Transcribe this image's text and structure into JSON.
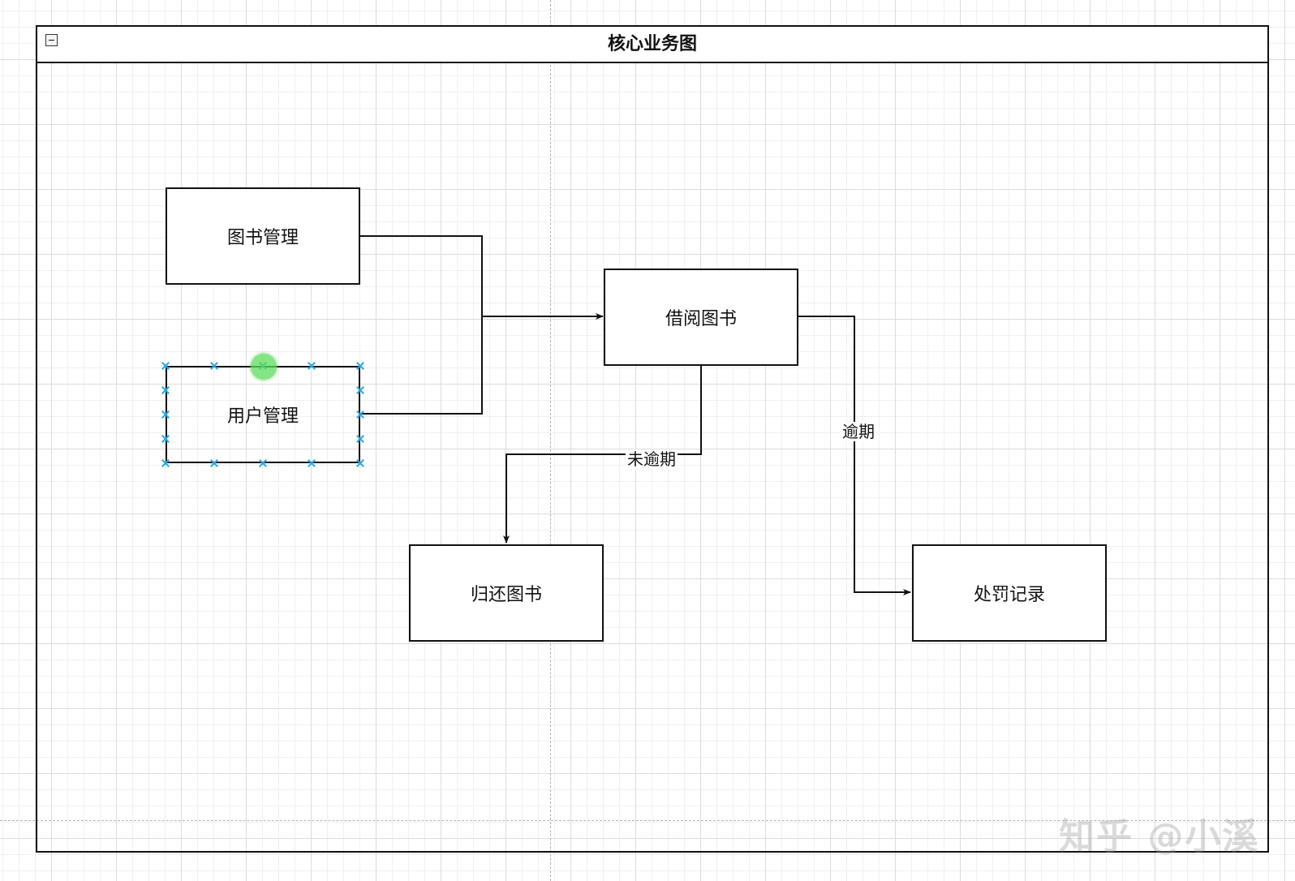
{
  "diagram": {
    "title": "核心业务图",
    "nodes": {
      "book_mgmt": "图书管理",
      "user_mgmt": "用户管理",
      "borrow": "借阅图书",
      "return": "归还图书",
      "penalty": "处罚记录"
    },
    "edge_labels": {
      "not_overdue": "未逾期",
      "overdue": "逾期"
    },
    "selected_node": "用户管理"
  },
  "watermark": "知乎 @小溪",
  "colors": {
    "stroke": "#111111",
    "selection_handle": "#29a8e0",
    "rotate_handle": "#5adc5a",
    "grid": "#dcdcdc"
  }
}
